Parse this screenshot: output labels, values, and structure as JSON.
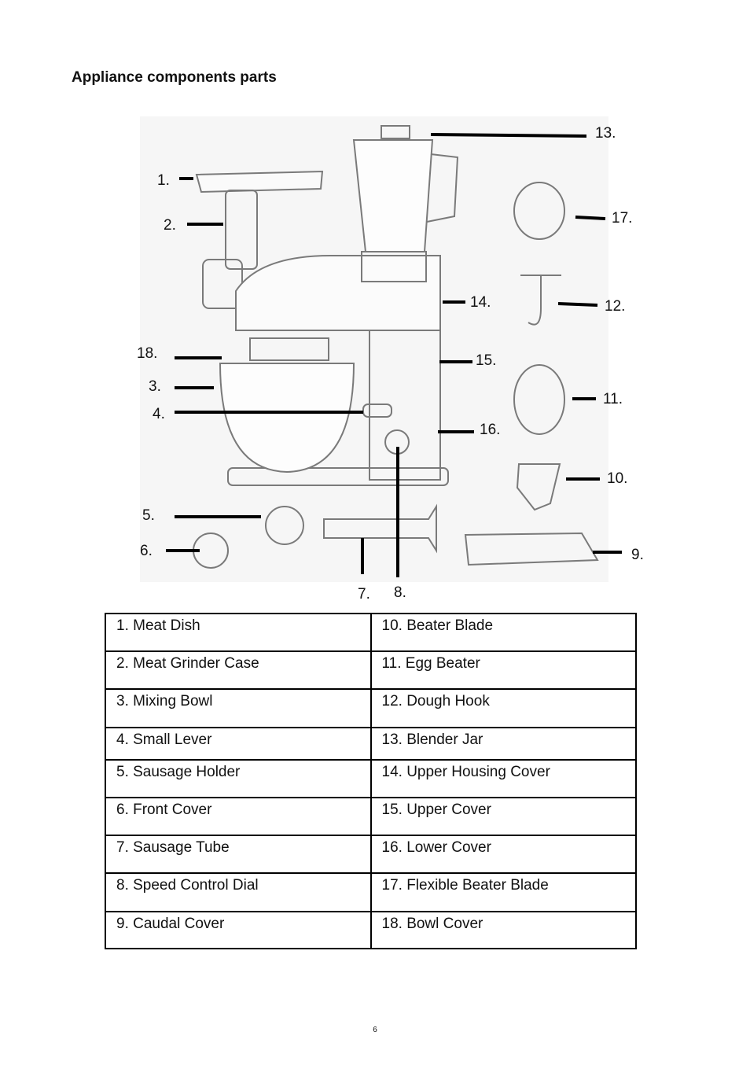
{
  "heading": "Appliance components parts",
  "callouts": [
    "1.",
    "2.",
    "3.",
    "4.",
    "5.",
    "6.",
    "7.",
    "8.",
    "9.",
    "10.",
    "11.",
    "12.",
    "13.",
    "14.",
    "15.",
    "16.",
    "17.",
    "18."
  ],
  "parts_table": {
    "rows": [
      [
        "1. Meat Dish",
        "10. Beater Blade"
      ],
      [
        "2. Meat Grinder Case",
        "11. Egg Beater"
      ],
      [
        "3. Mixing Bowl",
        "12. Dough Hook"
      ],
      [
        "4. Small Lever",
        "13. Blender Jar"
      ],
      [
        "5. Sausage Holder",
        "14. Upper Housing Cover"
      ],
      [
        "6. Front Cover",
        "15. Upper Cover"
      ],
      [
        "7. Sausage Tube",
        "16. Lower Cover"
      ],
      [
        "8. Speed Control Dial",
        "17. Flexible Beater Blade"
      ],
      [
        "9. Caudal Cover",
        "18. Bowl Cover"
      ]
    ]
  },
  "page_number": "6"
}
